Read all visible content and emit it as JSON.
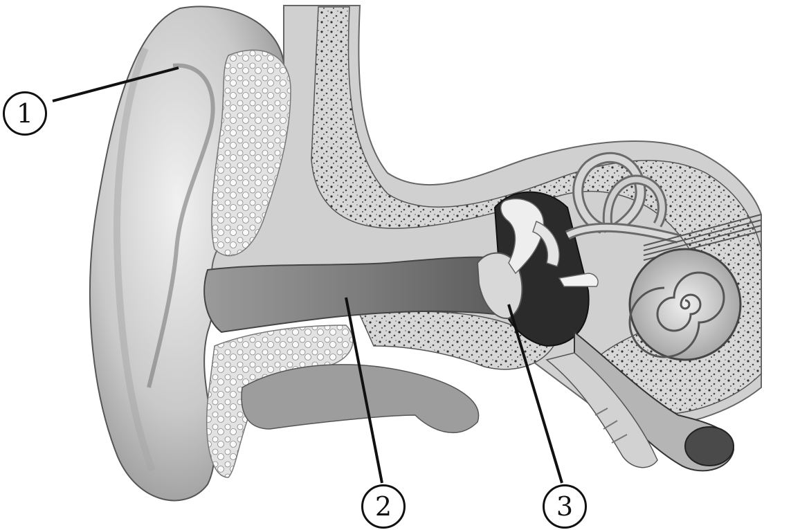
{
  "diagram": {
    "subject": "human-ear-cross-section",
    "labels": [
      {
        "id": "1",
        "text": "1",
        "points_to": "auricle"
      },
      {
        "id": "2",
        "text": "2",
        "points_to": "external-auditory-canal"
      },
      {
        "id": "3",
        "text": "3",
        "points_to": "tympanic-membrane"
      }
    ]
  },
  "colors": {
    "ink": "#111111",
    "skin_light": "#e6e6e6",
    "skin_mid": "#bdbdbd",
    "skin_dark": "#6a6a6a",
    "bone": "#d9d9d9",
    "bone_speckle": "#2a2a2a",
    "canal": "#8c8c8c"
  }
}
